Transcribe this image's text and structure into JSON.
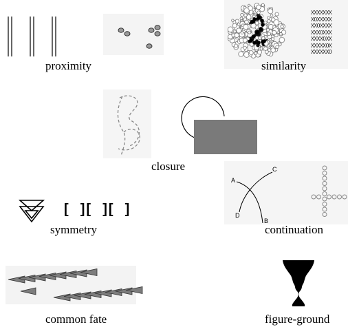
{
  "labels": {
    "proximity": "proximity",
    "similarity": "similarity",
    "closure": "closure",
    "symmetry": "symmetry",
    "continuation": "continuation",
    "common_fate": "common fate",
    "figure_ground": "figure-ground"
  },
  "similarity_grid": [
    "XXXXXXX",
    "XOXXXXX",
    "XXOXXXX",
    "XXXOXXX",
    "XXXXOXX",
    "XXXXXOX",
    "XXXXXXO"
  ],
  "symmetry_brackets": "[  ][  ][  ]",
  "continuation_letters": {
    "a": "A",
    "b": "B",
    "c": "C",
    "d": "D"
  },
  "colors": {
    "gray_fill": "#7a7a7a",
    "dark_fill": "#555555",
    "panel_bg": "#f3f3f3",
    "ink": "#000000"
  }
}
